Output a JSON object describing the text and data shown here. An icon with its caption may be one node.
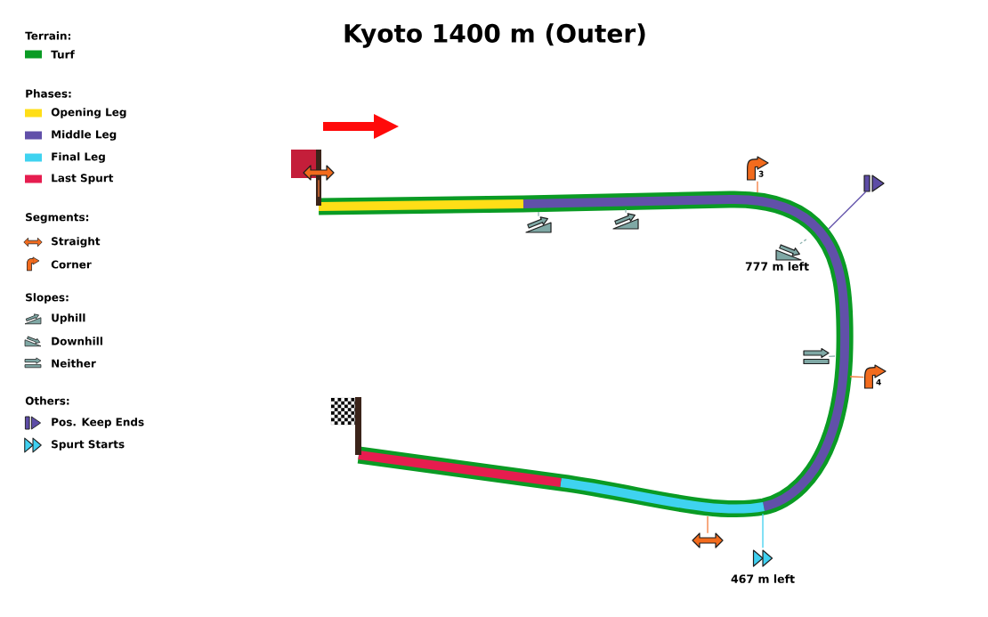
{
  "diagram": {
    "title": "Kyoto 1400 m (Outer)",
    "nodes": [
      {
        "text": [],
        "shape": "picture"
      },
      {
        "text": [],
        "shape": "picture"
      },
      {
        "text": [],
        "shape": "picture"
      },
      {
        "text": [
          "3"
        ]
      },
      {
        "text": [],
        "shape": "picture"
      },
      {
        "text": [],
        "shape": "picture",
        "beside": [
          "777 m left"
        ]
      },
      {
        "text": [],
        "shape": "picture"
      },
      {
        "text": [
          "4"
        ]
      },
      {
        "text": [],
        "shape": "picture"
      },
      {
        "text": [],
        "shape": "picture",
        "beside": [
          "467 m left"
        ]
      }
    ],
    "edges": [
      {
        "from": 0,
        "to": null,
        "arrow": "none",
        "color": "#f47c3c"
      },
      {
        "from": 1,
        "to": null,
        "arrow": "none",
        "color": "#8fb3b0"
      },
      {
        "from": 2,
        "to": null,
        "arrow": "none",
        "color": "#8fb3b0"
      },
      {
        "from": 3,
        "to": null,
        "arrow": "none",
        "color": "#f47c3c"
      },
      {
        "from": 4,
        "to": null,
        "arrow": "none",
        "color": "#5b4aa6"
      },
      {
        "from": 5,
        "to": null,
        "arrow": "none",
        "style": "dashed",
        "color": "#8fb3b0"
      },
      {
        "from": 6,
        "to": null,
        "arrow": "none",
        "color": "#8fb3b0"
      },
      {
        "from": 7,
        "to": null,
        "arrow": "none",
        "color": "#f47c3c"
      },
      {
        "from": 8,
        "to": null,
        "arrow": "none",
        "color": "#f47c3c"
      },
      {
        "from": 9,
        "to": null,
        "arrow": "none",
        "color": "#3fd0f0"
      }
    ],
    "labels": [
      "Terrain:",
      "Phases:",
      "Segments:",
      "Slopes:",
      "Others:"
    ],
    "legend": [
      {
        "text": "Turf",
        "color": "#0a9b24"
      },
      {
        "text": "Opening Leg",
        "color": "#ffde17"
      },
      {
        "text": "Middle Leg",
        "color": "#6150a9"
      },
      {
        "text": "Final Leg",
        "color": "#3fd3f0"
      },
      {
        "text": "Last Spurt",
        "color": "#e61d4f"
      },
      {
        "text": "Straight"
      },
      {
        "text": "Corner"
      },
      {
        "text": "Uphill"
      },
      {
        "text": "Downhill"
      },
      {
        "text": "Neither"
      },
      {
        "text": "Pos. Keep Ends"
      },
      {
        "text": "Spurt Starts"
      }
    ]
  }
}
